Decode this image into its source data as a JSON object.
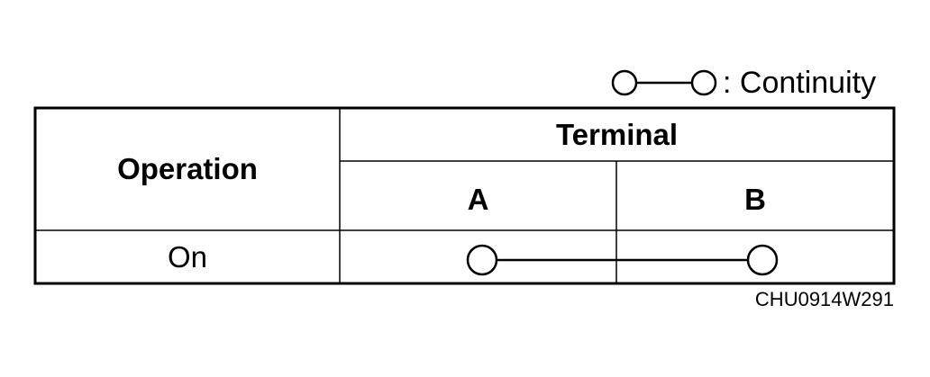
{
  "legend": {
    "label": ": Continuity",
    "symbol": "continuity-symbol"
  },
  "table": {
    "operation_header": "Operation",
    "terminal_header": "Terminal",
    "terminals": [
      "A",
      "B"
    ],
    "rows": [
      {
        "operation": "On",
        "connected_terminals": [
          "A",
          "B"
        ]
      }
    ]
  },
  "figure_code": "CHU0914W291"
}
